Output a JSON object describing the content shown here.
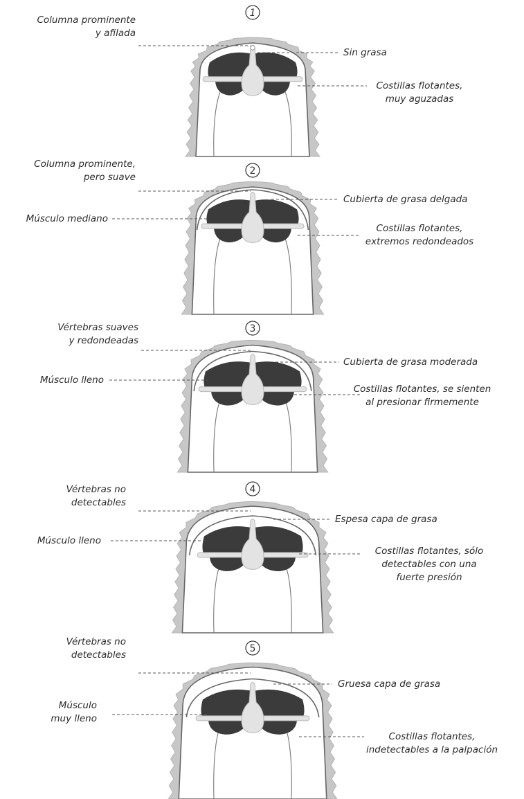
{
  "stages": [
    {
      "number": "1",
      "labels": [
        {
          "id": "spine",
          "text": [
            "Columna prominente",
            "y afilada"
          ]
        },
        {
          "id": "fat",
          "text": [
            "Sin grasa"
          ]
        },
        {
          "id": "ribs",
          "text": [
            "Costillas flotantes,",
            "muy aguzadas"
          ]
        }
      ]
    },
    {
      "number": "2",
      "labels": [
        {
          "id": "spine",
          "text": [
            "Columna prominente,",
            "pero suave"
          ]
        },
        {
          "id": "fat",
          "text": [
            "Cubierta de grasa delgada"
          ]
        },
        {
          "id": "muscle",
          "text": [
            "Músculo mediano"
          ]
        },
        {
          "id": "ribs",
          "text": [
            "Costillas flotantes,",
            "extremos redondeados"
          ]
        }
      ]
    },
    {
      "number": "3",
      "labels": [
        {
          "id": "spine",
          "text": [
            "Vértebras suaves",
            "y redondeadas"
          ]
        },
        {
          "id": "fat",
          "text": [
            "Cubierta de grasa moderada"
          ]
        },
        {
          "id": "muscle",
          "text": [
            "Músculo lleno"
          ]
        },
        {
          "id": "ribs",
          "text": [
            "Costillas flotantes, se sienten",
            "al presionar firmemente"
          ]
        }
      ]
    },
    {
      "number": "4",
      "labels": [
        {
          "id": "spine",
          "text": [
            "Vértebras no",
            "detectables"
          ]
        },
        {
          "id": "fat",
          "text": [
            "Espesa capa de grasa"
          ]
        },
        {
          "id": "muscle",
          "text": [
            "Músculo lleno"
          ]
        },
        {
          "id": "ribs",
          "text": [
            "Costillas flotantes, sólo",
            "detectables con una",
            "fuerte presión"
          ]
        }
      ]
    },
    {
      "number": "5",
      "labels": [
        {
          "id": "spine",
          "text": [
            "Vértebras no",
            "detectables"
          ]
        },
        {
          "id": "fat",
          "text": [
            "Gruesa capa de grasa"
          ]
        },
        {
          "id": "muscle",
          "text": [
            "Músculo",
            "muy lleno"
          ]
        },
        {
          "id": "ribs",
          "text": [
            "Costillas flotantes,",
            "indetectables a la palpación"
          ]
        }
      ]
    }
  ],
  "colors": {
    "fur": "#c7c7c7",
    "muscle": "#3b3b3b",
    "bone": "#e3e3e3",
    "outline": "#666666"
  }
}
